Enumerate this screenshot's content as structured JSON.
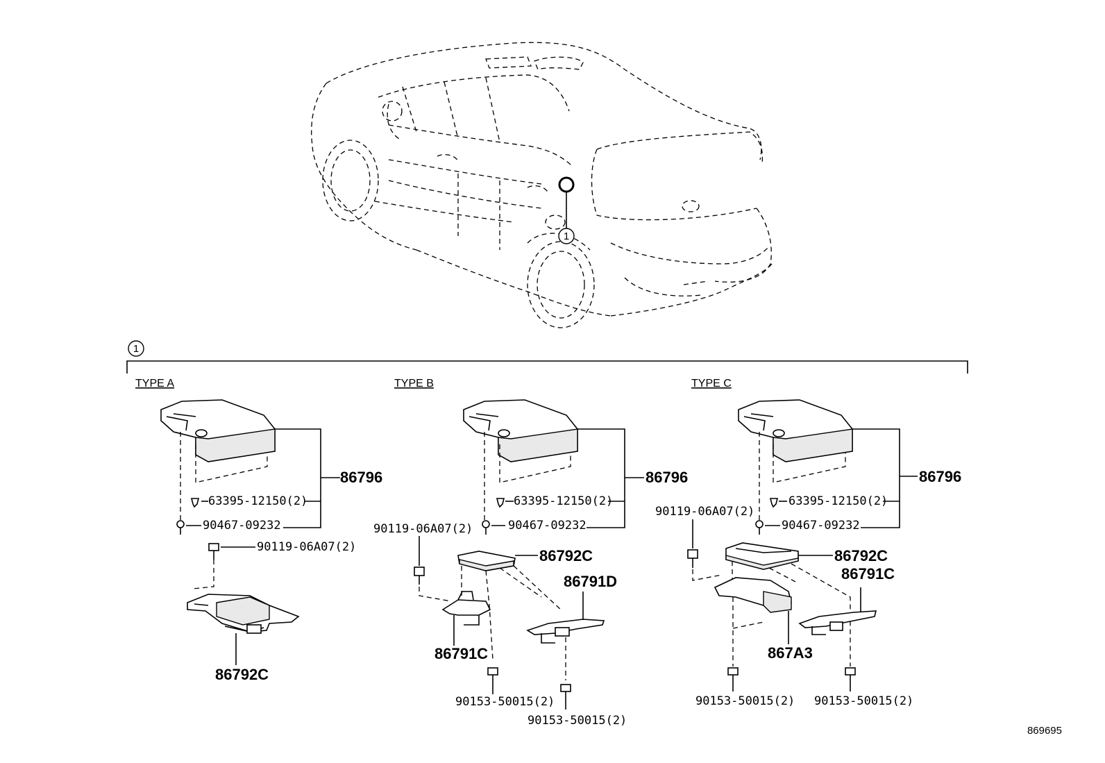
{
  "callout": {
    "number": "1"
  },
  "section_marker": "1",
  "types": {
    "a": {
      "title": "TYPE A",
      "labels": {
        "cover": "86796",
        "clip": "63395-12150(2)",
        "screw": "90467-09232",
        "bolt": "90119-06A07(2)",
        "ecu": "86792C"
      }
    },
    "b": {
      "title": "TYPE B",
      "labels": {
        "cover": "86796",
        "clip": "63395-12150(2)",
        "screw": "90467-09232",
        "bolt": "90119-06A07(2)",
        "ecu": "86792C",
        "bracket_right": "86791D",
        "bracket_left": "86791C",
        "nut_left": "90153-50015(2)",
        "nut_right": "90153-50015(2)"
      }
    },
    "c": {
      "title": "TYPE C",
      "labels": {
        "cover": "86796",
        "clip": "63395-12150(2)",
        "screw": "90467-09232",
        "bolt": "90119-06A07(2)",
        "ecu": "86792C",
        "bracket_right": "86791C",
        "bracket_center": "867A3",
        "nut_left": "90153-50015(2)",
        "nut_right": "90153-50015(2)"
      }
    }
  },
  "diagram_id": "869695"
}
